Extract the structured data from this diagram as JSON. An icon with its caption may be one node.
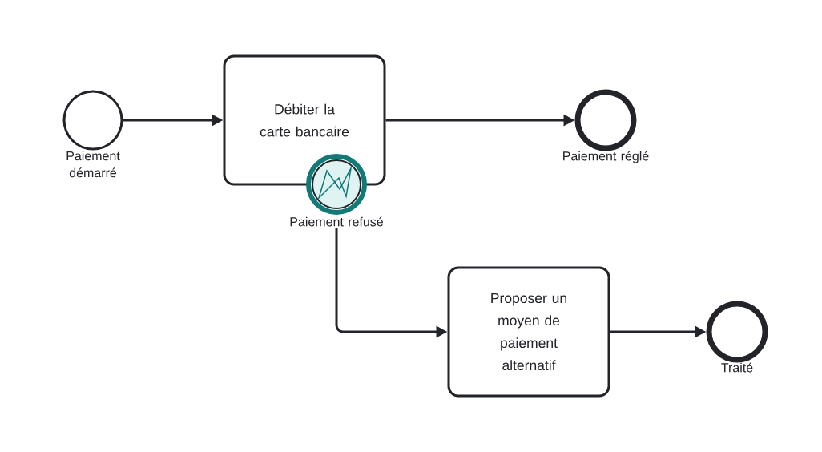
{
  "diagram": {
    "nodes": [
      {
        "text": [
          "Paiement démarré"
        ]
      },
      {
        "text": [
          "Débiter la carte bancaire"
        ]
      },
      {
        "text": [
          "Paiement réglé"
        ]
      },
      {
        "text": [
          "Paiement refusé"
        ]
      },
      {
        "text": [
          "Proposer un moyen de paiement alternatif"
        ]
      },
      {
        "text": [
          "Traité"
        ]
      }
    ],
    "edges": [
      {
        "from": 0,
        "to": 1,
        "arrow": "to"
      },
      {
        "from": 1,
        "to": 2,
        "arrow": "to"
      },
      {
        "from": 3,
        "to": 4,
        "arrow": "to"
      },
      {
        "from": 4,
        "to": 5,
        "arrow": "to"
      }
    ]
  }
}
